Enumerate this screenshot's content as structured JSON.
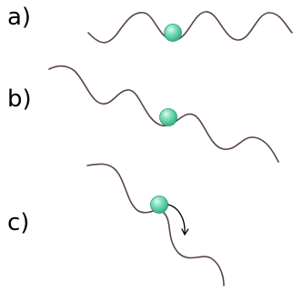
{
  "panels": [
    {
      "label": "a)"
    },
    {
      "label": "b)"
    },
    {
      "label": "c)"
    }
  ],
  "colors": {
    "curve": "#5a4348",
    "ball_light": "#d6f6ea",
    "ball_mid": "#6fdcb0",
    "ball_dark": "#2fae82",
    "arrow": "#000000"
  }
}
